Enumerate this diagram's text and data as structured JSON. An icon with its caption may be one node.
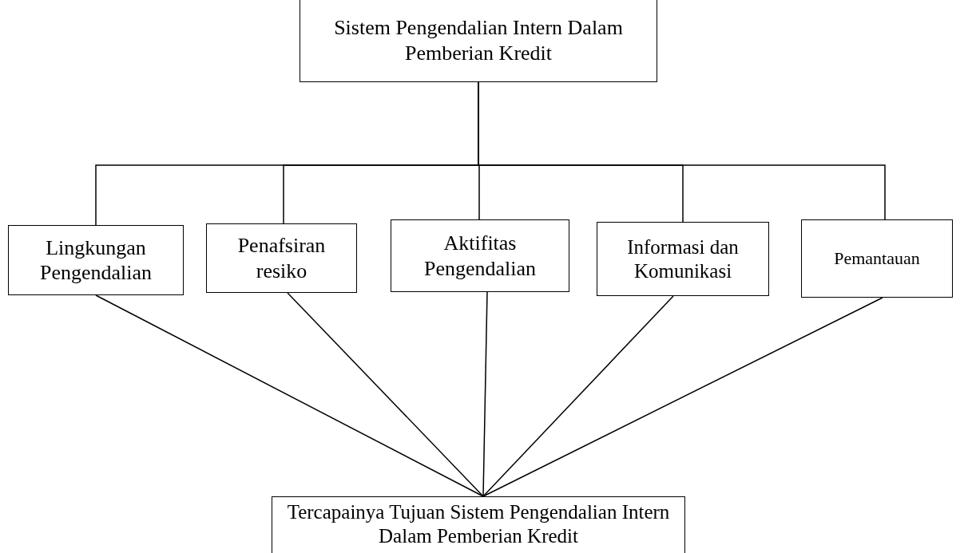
{
  "diagram": {
    "nodes": [
      {
        "text": [
          "Sistem Pengendalian Intern Dalam Pemberian Kredit"
        ]
      },
      {
        "text": [
          "Lingkungan Pengendalian"
        ]
      },
      {
        "text": [
          "Penafsiran resiko"
        ]
      },
      {
        "text": [
          "Aktifitas Pengendalian"
        ]
      },
      {
        "text": [
          "Informasi dan Komunikasi"
        ]
      },
      {
        "text": [
          "Pemantauan"
        ]
      },
      {
        "text": [
          "Tercapainya Tujuan Sistem Pengendalian Intern Dalam Pemberian Kredit"
        ]
      }
    ],
    "edges": [
      {
        "from": 0,
        "to": 1,
        "arrow": "none"
      },
      {
        "from": 0,
        "to": 2,
        "arrow": "none"
      },
      {
        "from": 0,
        "to": 3,
        "arrow": "none"
      },
      {
        "from": 0,
        "to": 4,
        "arrow": "none"
      },
      {
        "from": 0,
        "to": 5,
        "arrow": "none"
      },
      {
        "from": 1,
        "to": 6,
        "arrow": "none"
      },
      {
        "from": 2,
        "to": 6,
        "arrow": "none"
      },
      {
        "from": 3,
        "to": 6,
        "arrow": "none"
      },
      {
        "from": 4,
        "to": 6,
        "arrow": "none"
      },
      {
        "from": 5,
        "to": 6,
        "arrow": "none"
      }
    ]
  }
}
